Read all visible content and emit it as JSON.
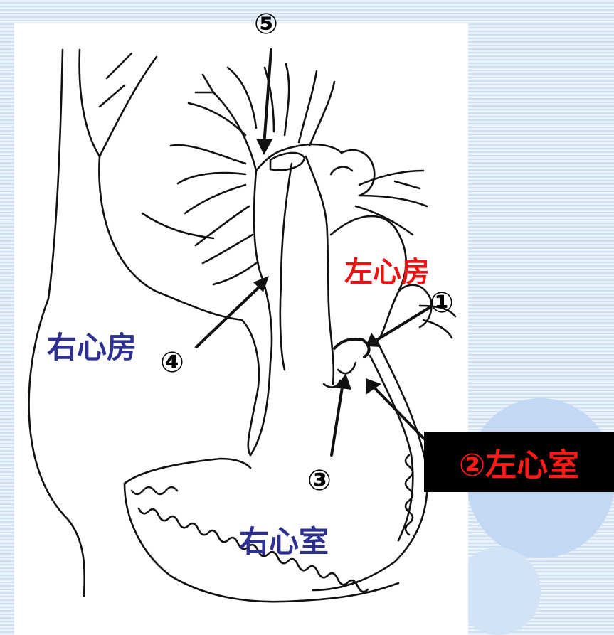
{
  "labels": {
    "right_atrium": "右心房",
    "left_atrium": "左心房",
    "right_ventricle": "右心室",
    "callout_left_ventricle": "②左心室"
  },
  "markers": {
    "m1": "①",
    "m3": "③",
    "m4": "④",
    "m5": "⑤"
  },
  "colors": {
    "blue_label": "#2d2f91",
    "red_label": "#ee1111",
    "callout_bg": "#000000",
    "background": "#dfeaf8"
  }
}
